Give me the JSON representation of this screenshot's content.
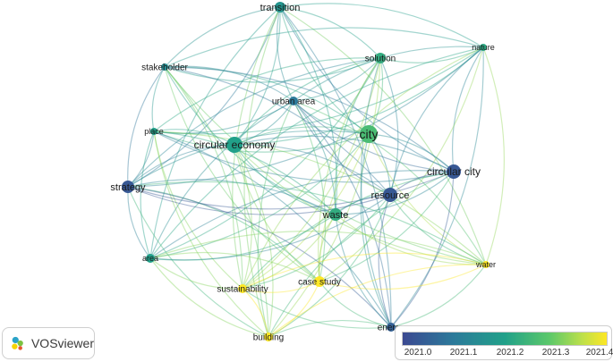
{
  "app": {
    "logo_text": "VOSviewer",
    "logo_icon": "vosviewer-logo-icon"
  },
  "legend": {
    "ticks": [
      "2021.0",
      "2021.1",
      "2021.2",
      "2021.3",
      "2021.4"
    ]
  },
  "nodes": [
    {
      "id": "transition",
      "label": "transition",
      "year": 2021.12
    },
    {
      "id": "nature",
      "label": "nature",
      "year": 2021.17
    },
    {
      "id": "stakeholder",
      "label": "stakeholder",
      "year": 2021.1
    },
    {
      "id": "solution",
      "label": "solution",
      "year": 2021.18
    },
    {
      "id": "urban_area",
      "label": "urban area",
      "year": 2021.05
    },
    {
      "id": "place",
      "label": "place",
      "year": 2021.15
    },
    {
      "id": "city",
      "label": "city",
      "year": 2021.22
    },
    {
      "id": "circular_economy",
      "label": "circular economy",
      "year": 2021.15
    },
    {
      "id": "circular_city",
      "label": "circular city",
      "year": 2020.98
    },
    {
      "id": "strategy",
      "label": "strategy",
      "year": 2020.98
    },
    {
      "id": "resource",
      "label": "resource",
      "year": 2020.98
    },
    {
      "id": "waste",
      "label": "waste",
      "year": 2021.18
    },
    {
      "id": "area",
      "label": "area",
      "year": 2021.15
    },
    {
      "id": "water",
      "label": "water",
      "year": 2021.42
    },
    {
      "id": "sustainability",
      "label": "sustainability",
      "year": 2021.42
    },
    {
      "id": "case_study",
      "label": "case study",
      "year": 2021.42
    },
    {
      "id": "building",
      "label": "building",
      "year": 2021.42
    },
    {
      "id": "energy",
      "label": "energy",
      "year": 2021.0
    }
  ]
}
